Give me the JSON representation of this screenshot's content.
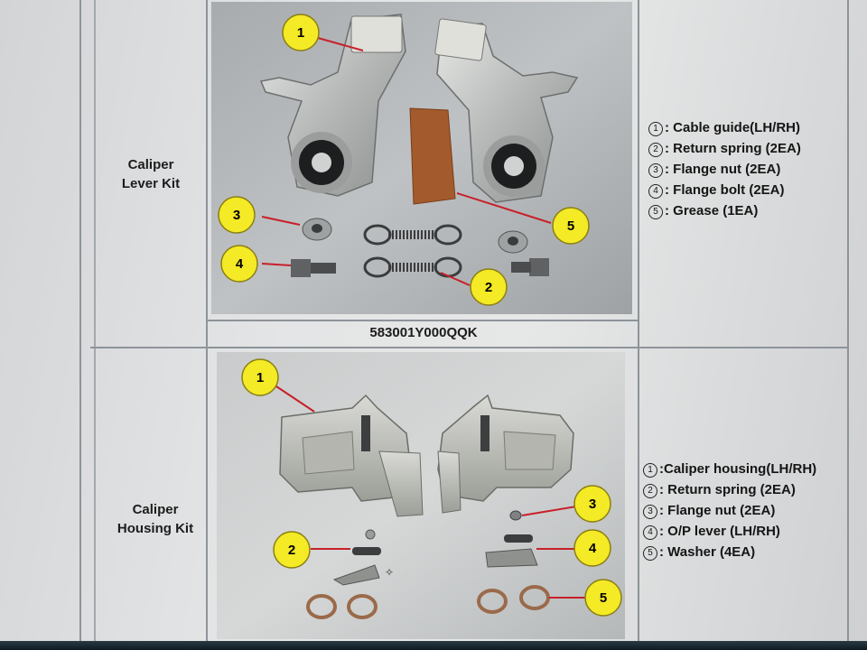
{
  "rows": [
    {
      "label_line1": "Caliper",
      "label_line2": "Lever Kit",
      "part_number": "583001Y000QQK",
      "callout_numbers": [
        "1",
        "2",
        "3",
        "4",
        "5"
      ],
      "legend": [
        {
          "num": "1",
          "text": ": Cable guide(LH/RH)"
        },
        {
          "num": "2",
          "text": ": Return spring (2EA)"
        },
        {
          "num": "3",
          "text": ": Flange nut (2EA)"
        },
        {
          "num": "4",
          "text": ": Flange bolt (2EA)"
        },
        {
          "num": "5",
          "text": ": Grease (1EA)"
        }
      ]
    },
    {
      "label_line1": "Caliper",
      "label_line2": "Housing Kit",
      "callout_numbers": [
        "1",
        "2",
        "3",
        "4",
        "5"
      ],
      "legend": [
        {
          "num": "1",
          "text": ":Caliper housing(LH/RH)"
        },
        {
          "num": "2",
          "text": ": Return spring (2EA)"
        },
        {
          "num": "3",
          "text": ": Flange nut (2EA)"
        },
        {
          "num": "4",
          "text": ": O/P lever (LH/RH)"
        },
        {
          "num": "5",
          "text": ": Washer (4EA)"
        }
      ]
    }
  ],
  "colors": {
    "callout_fill": "#f4ea25",
    "arrow": "#c8202a",
    "photo_bg": "#b7babc",
    "metal": "#c9cbc9"
  }
}
